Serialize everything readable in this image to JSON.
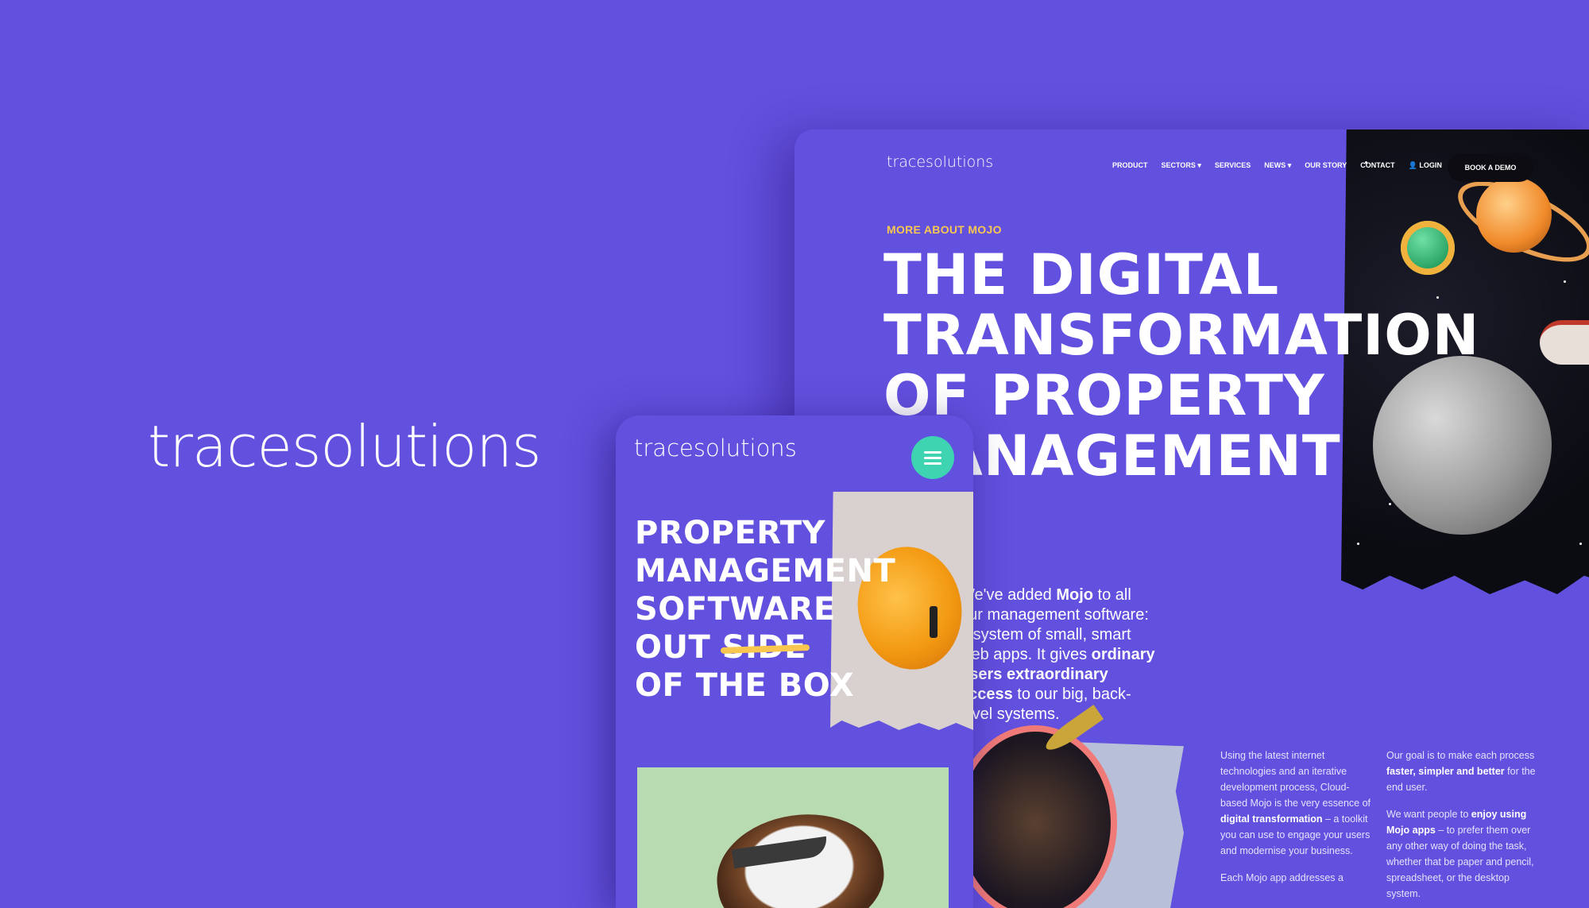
{
  "brand": "tracesolutions",
  "colors": {
    "background": "#6250de",
    "accent_yellow": "#f9c74f",
    "mint": "#3ed4b2",
    "dark_button": "#0c0c12"
  },
  "desktop": {
    "logo": "tracesolutions",
    "nav": [
      "PRODUCT",
      "SECTORS ▾",
      "SERVICES",
      "NEWS ▾",
      "OUR STORY",
      "CONTACT",
      "👤 LOGIN"
    ],
    "cta": "BOOK A DEMO",
    "kicker": "MORE ABOUT MOJO",
    "hero_lines": [
      "THE DIGITAL",
      "TRANSFORMATION",
      "OF PROPERTY",
      "MANAGEMENT"
    ],
    "intro": {
      "a": "We've added ",
      "b": "Mojo",
      "c": " to all our management software: a system of small, smart web apps. It gives ",
      "d": "ordinary users",
      "e": " ",
      "f": "extraordinary access",
      "g": " to our big, back-level systems."
    },
    "col1": {
      "p1a": "Using the latest internet technologies and an iterative development process, Cloud-based Mojo is the very essence of ",
      "p1b": "digital transformation",
      "p1c": " – a toolkit you can use to engage your users and modernise your business.",
      "p2": "Each Mojo app addresses a"
    },
    "col2": {
      "p1a": "Our goal is to make each process ",
      "p1b": "faster, simpler and better",
      "p1c": " for the end user.",
      "p2a": "We want people to ",
      "p2b": "enjoy using Mojo apps",
      "p2c": " – to prefer them over any other way of doing the task, whether that be paper and pencil, spreadsheet, or the desktop system."
    }
  },
  "mobile": {
    "logo": "tracesolutions",
    "menu_icon": "hamburger-icon",
    "hero": {
      "line1": "PROPERTY",
      "line2": "MANAGEMENT",
      "line3": "SOFTWARE",
      "line4a": "OUT ",
      "line4b": "SIDE",
      "line5": "OF THE BOX"
    }
  }
}
